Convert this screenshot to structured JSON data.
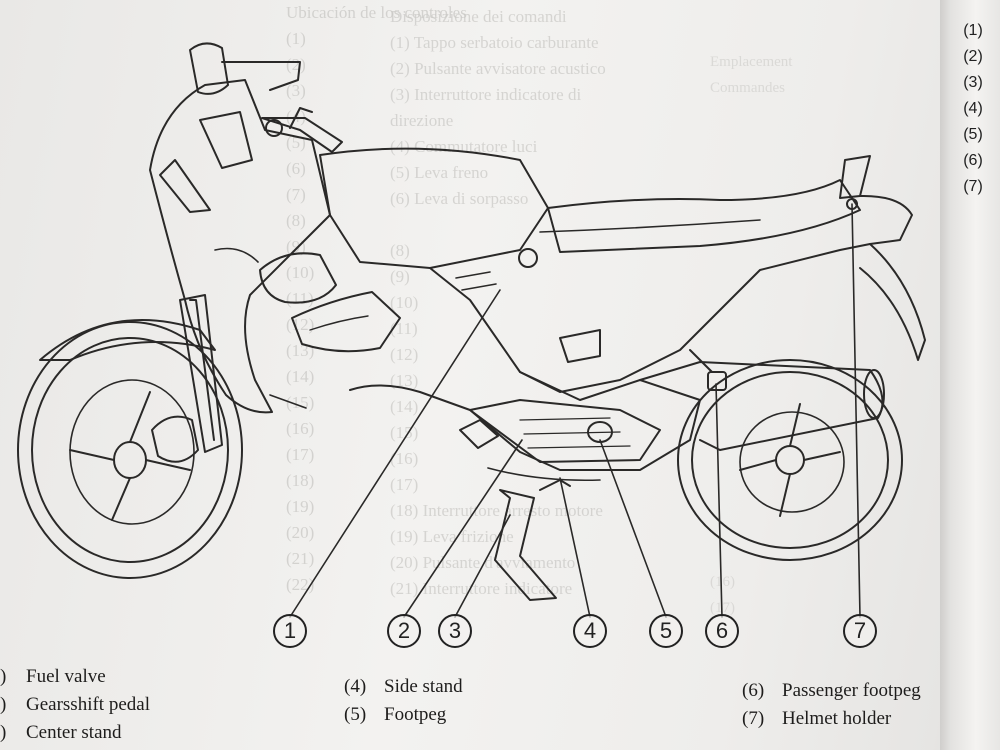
{
  "callouts": [
    "1",
    "2",
    "3",
    "4",
    "5",
    "6",
    "7"
  ],
  "right_column_numbers": [
    "(1)",
    "(2)",
    "(3)",
    "(4)",
    "(5)",
    "(6)",
    "(7)"
  ],
  "legend": {
    "left": [
      {
        "num": ")",
        "label": "Fuel valve"
      },
      {
        "num": ")",
        "label": "Gearsshift pedal"
      },
      {
        "num": ")",
        "label": "Center stand"
      }
    ],
    "middle": [
      {
        "num": "(4)",
        "label": "Side stand"
      },
      {
        "num": "(5)",
        "label": "Footpeg"
      }
    ],
    "right": [
      {
        "num": "(6)",
        "label": "Passenger footpeg"
      },
      {
        "num": "(7)",
        "label": "Helmet holder"
      }
    ]
  },
  "showthrough": {
    "column_a": [
      "Ubicación de los controles",
      "(1)",
      "(2)",
      "(3)",
      "(4)",
      "(5)",
      "(6)",
      "(7)",
      "(8)",
      "(9)",
      "(10)",
      "(11)",
      "(12)",
      "(13)",
      "(14)",
      "(15)",
      "(16)",
      "(17)",
      "(18)",
      "(19)",
      "(20)",
      "(21)",
      "(22)"
    ],
    "column_b": [
      "Disposizione dei comandi",
      "(1) Tappo serbatoio carburante",
      "(2) Pulsante avvisatore acustico",
      "(3) Interruttore indicatore di",
      "direzione",
      "(4) Commutatore luci",
      "(5) Leva freno",
      "(6) Leva di sorpasso",
      "",
      "(8)",
      "(9)",
      "(10)",
      "(11)",
      "(12)",
      "(13)",
      "(14)",
      "(15)",
      "(16)",
      "(17)",
      "(18) Interruttore arresto motore",
      "(19) Leva frizione",
      "(20) Pulsante d'avviamento",
      "(21) Interruttore indicatore"
    ],
    "column_c": [
      "Emplacement",
      "Commandes",
      "",
      "",
      "",
      "",
      "",
      "",
      "",
      "",
      "",
      "",
      "",
      "",
      "",
      "",
      "",
      "",
      "",
      "",
      "(16)",
      "(17)"
    ],
    "column_d": [
      "",
      "",
      "",
      "",
      "",
      "",
      "",
      "",
      "",
      "",
      "",
      "",
      "",
      "",
      "",
      "",
      ""
    ]
  },
  "colors": {
    "paper": "#efeeec",
    "ink": "#222222",
    "ghost": "#c9c8c5"
  },
  "icons": {
    "drawing": "motorcycle-illustration",
    "callout_shape": "circle"
  }
}
